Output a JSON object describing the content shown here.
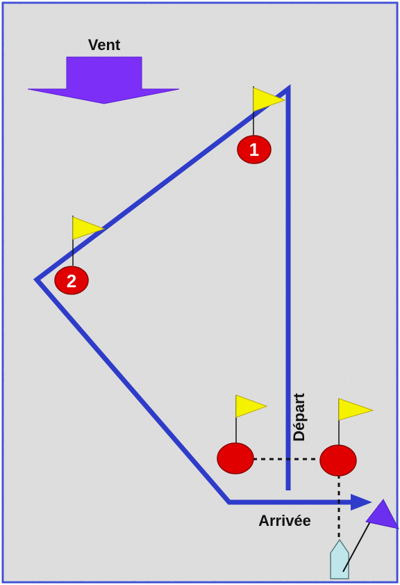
{
  "labels": {
    "wind": "Vent",
    "start": "Départ",
    "finish": "Arrivée"
  },
  "marks": [
    {
      "number": "1"
    },
    {
      "number": "2"
    }
  ],
  "colors": {
    "background": "#d9d9d9",
    "border": "#3f4fd6",
    "course_line": "#2f3cc9",
    "wind_arrow": "#7b2ff7",
    "flag": "#f5f200",
    "buoy": "#e00000",
    "committee_boat": "#bfe6ea",
    "committee_flag": "#6b2ff0"
  }
}
